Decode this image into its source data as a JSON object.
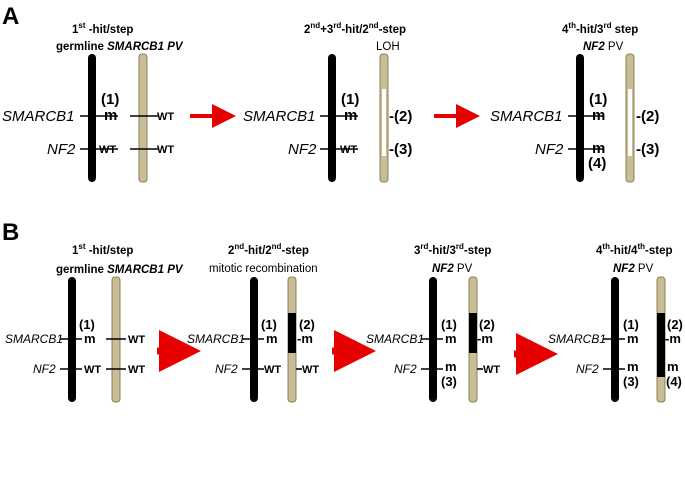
{
  "panel_a": {
    "letter": "A",
    "step1": {
      "header_line1_a": "1",
      "header_line1_sup": "st",
      "header_line1_b": " -hit/step",
      "header_line2_a": "germline ",
      "header_line2_b": "SMARCB1 PV"
    },
    "step2": {
      "header_line1_a": "2",
      "header_line1_sup1": "nd",
      "header_line1_b": "+3",
      "header_line1_sup2": "rd",
      "header_line1_c": "-hit/2",
      "header_line1_sup3": "nd",
      "header_line1_d": "-step",
      "header_line2": "LOH"
    },
    "step3": {
      "header_line1_a": "4",
      "header_line1_sup": "th",
      "header_line1_b": "-hit/3",
      "header_line1_sup2": "rd",
      "header_line1_c": " step",
      "header_line2_a": "NF2",
      "header_line2_b": " PV"
    },
    "gene1": "SMARCB1",
    "gene2": "NF2",
    "m": "m",
    "wt": "WT",
    "n1": "(1)",
    "n2": "-(2)",
    "n3": "-(3)",
    "n4": "(4)"
  },
  "panel_b": {
    "letter": "B",
    "step1": {
      "header_line1_a": "1",
      "header_line1_sup": "st",
      "header_line1_b": " -hit/step",
      "header_line2_a": "germline ",
      "header_line2_b": "SMARCB1 PV"
    },
    "step2": {
      "header_line1_a": "2",
      "header_line1_sup": "nd",
      "header_line1_b": "-hit/2",
      "header_line1_sup2": "nd",
      "header_line1_c": "-step",
      "header_line2": "mitotic recombination"
    },
    "step3": {
      "header_line1_a": "3",
      "header_line1_sup": "rd",
      "header_line1_b": "-hit/3",
      "header_line1_sup2": "rd",
      "header_line1_c": "-step",
      "header_line2_a": "NF2",
      "header_line2_b": " PV"
    },
    "step4": {
      "header_line1_a": "4",
      "header_line1_sup": "th",
      "header_line1_b": "-hit/4",
      "header_line1_sup2": "th",
      "header_line1_c": "-step",
      "header_line2_a": "NF2",
      "header_line2_b": " PV"
    },
    "gene1": "SMARCB1",
    "gene2": "NF2",
    "m": "m",
    "dash_m": "-m",
    "wt": "WT",
    "dash_wt": "-WT",
    "n1": "(1)",
    "n2": "(2)",
    "n3": "(3)",
    "n4": "(4)"
  },
  "colors": {
    "chromosome_dark": "#000000",
    "chromosome_light": "#c9bd96",
    "chromosome_light_border": "#8c7f58",
    "arrow": "#e60000"
  }
}
